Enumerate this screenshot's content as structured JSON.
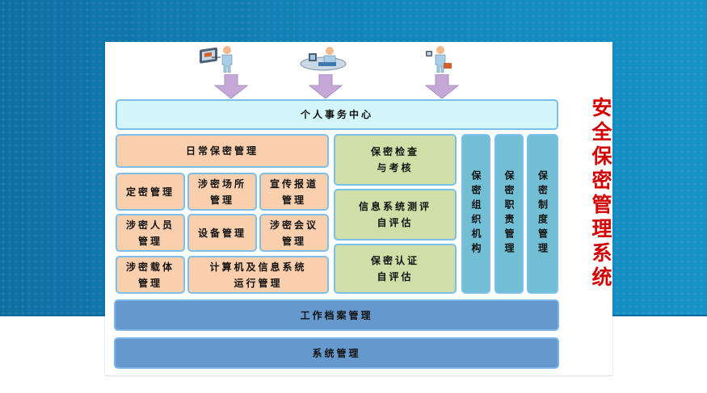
{
  "diagram": {
    "title": "安全保密管理系统",
    "colors": {
      "title": "#d40000",
      "top_layer": "#d3f6fb",
      "daily_modules": "#f9cfad",
      "assessment_modules": "#d0dfa8",
      "org_modules": "#72bfd5",
      "base_layers": "#6599cd",
      "arrows": "#c5a7d8",
      "background": "#1283b8"
    },
    "actors": [
      {
        "icon": "presenter-icon",
        "label": ""
      },
      {
        "icon": "workstation-user-icon",
        "label": ""
      },
      {
        "icon": "briefcase-user-icon",
        "label": ""
      }
    ],
    "top_layer": {
      "label": "个人事务中心"
    },
    "daily": {
      "header": "日常保密管理",
      "modules": [
        {
          "line1": "定密管理",
          "line2": ""
        },
        {
          "line1": "涉密场所",
          "line2": "管理"
        },
        {
          "line1": "宣传报道",
          "line2": "管理"
        },
        {
          "line1": "涉密人员",
          "line2": "管理"
        },
        {
          "line1": "设备管理",
          "line2": ""
        },
        {
          "line1": "涉密会议",
          "line2": "管理"
        },
        {
          "line1": "涉密载体",
          "line2": "管理"
        },
        {
          "line1": "计算机及信息系统",
          "line2": "运行管理"
        }
      ]
    },
    "assessment": [
      {
        "line1": "保密检查",
        "line2": "与考核"
      },
      {
        "line1": "信息系统测评",
        "line2": "自评估"
      },
      {
        "line1": "保密认证",
        "line2": "自评估"
      }
    ],
    "org": [
      {
        "label": "保密组织机构"
      },
      {
        "label": "保密职责管理"
      },
      {
        "label": "保密制度管理"
      }
    ],
    "base_layers": [
      {
        "label": "工作档案管理"
      },
      {
        "label": "系统管理"
      }
    ]
  }
}
